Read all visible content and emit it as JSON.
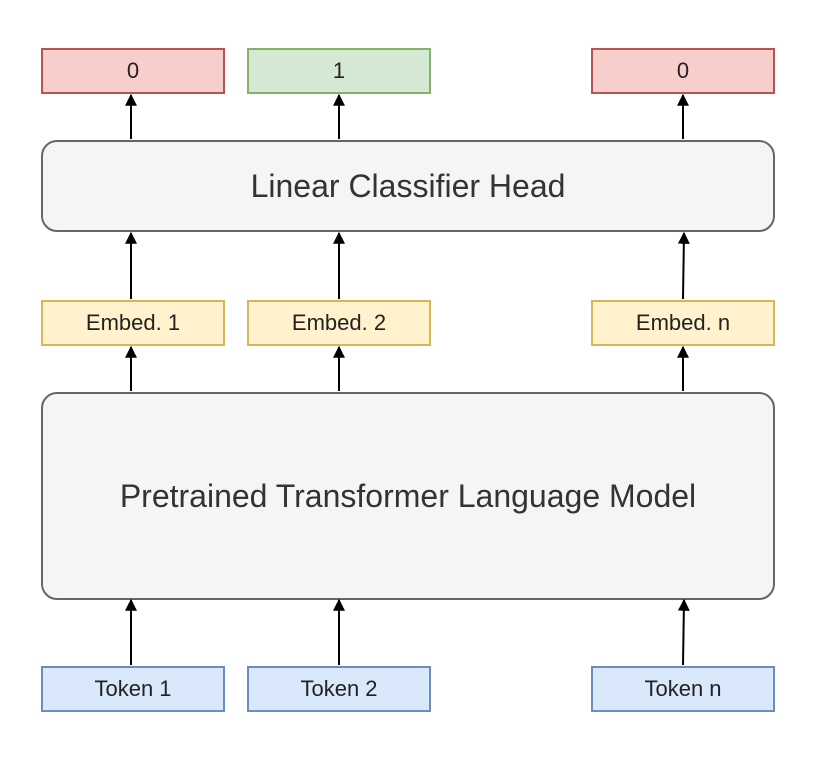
{
  "outputs": {
    "o1": "0",
    "o2": "1",
    "o3": "0"
  },
  "head": {
    "label": "Linear Classifier Head"
  },
  "embeddings": {
    "e1": "Embed. 1",
    "e2": "Embed. 2",
    "e3": "Embed. n"
  },
  "model": {
    "label": "Pretrained Transformer Language Model"
  },
  "tokens": {
    "t1": "Token 1",
    "t2": "Token 2",
    "t3": "Token n"
  },
  "colors": {
    "negative_fill": "#f8cecc",
    "negative_stroke": "#b85450",
    "positive_fill": "#d5e8d4",
    "positive_stroke": "#82b366",
    "embed_fill": "#fff2cc",
    "embed_stroke": "#d6b656",
    "token_fill": "#dae8fc",
    "token_stroke": "#6c8ebf",
    "block_fill": "#f5f5f5",
    "block_stroke": "#666666"
  }
}
